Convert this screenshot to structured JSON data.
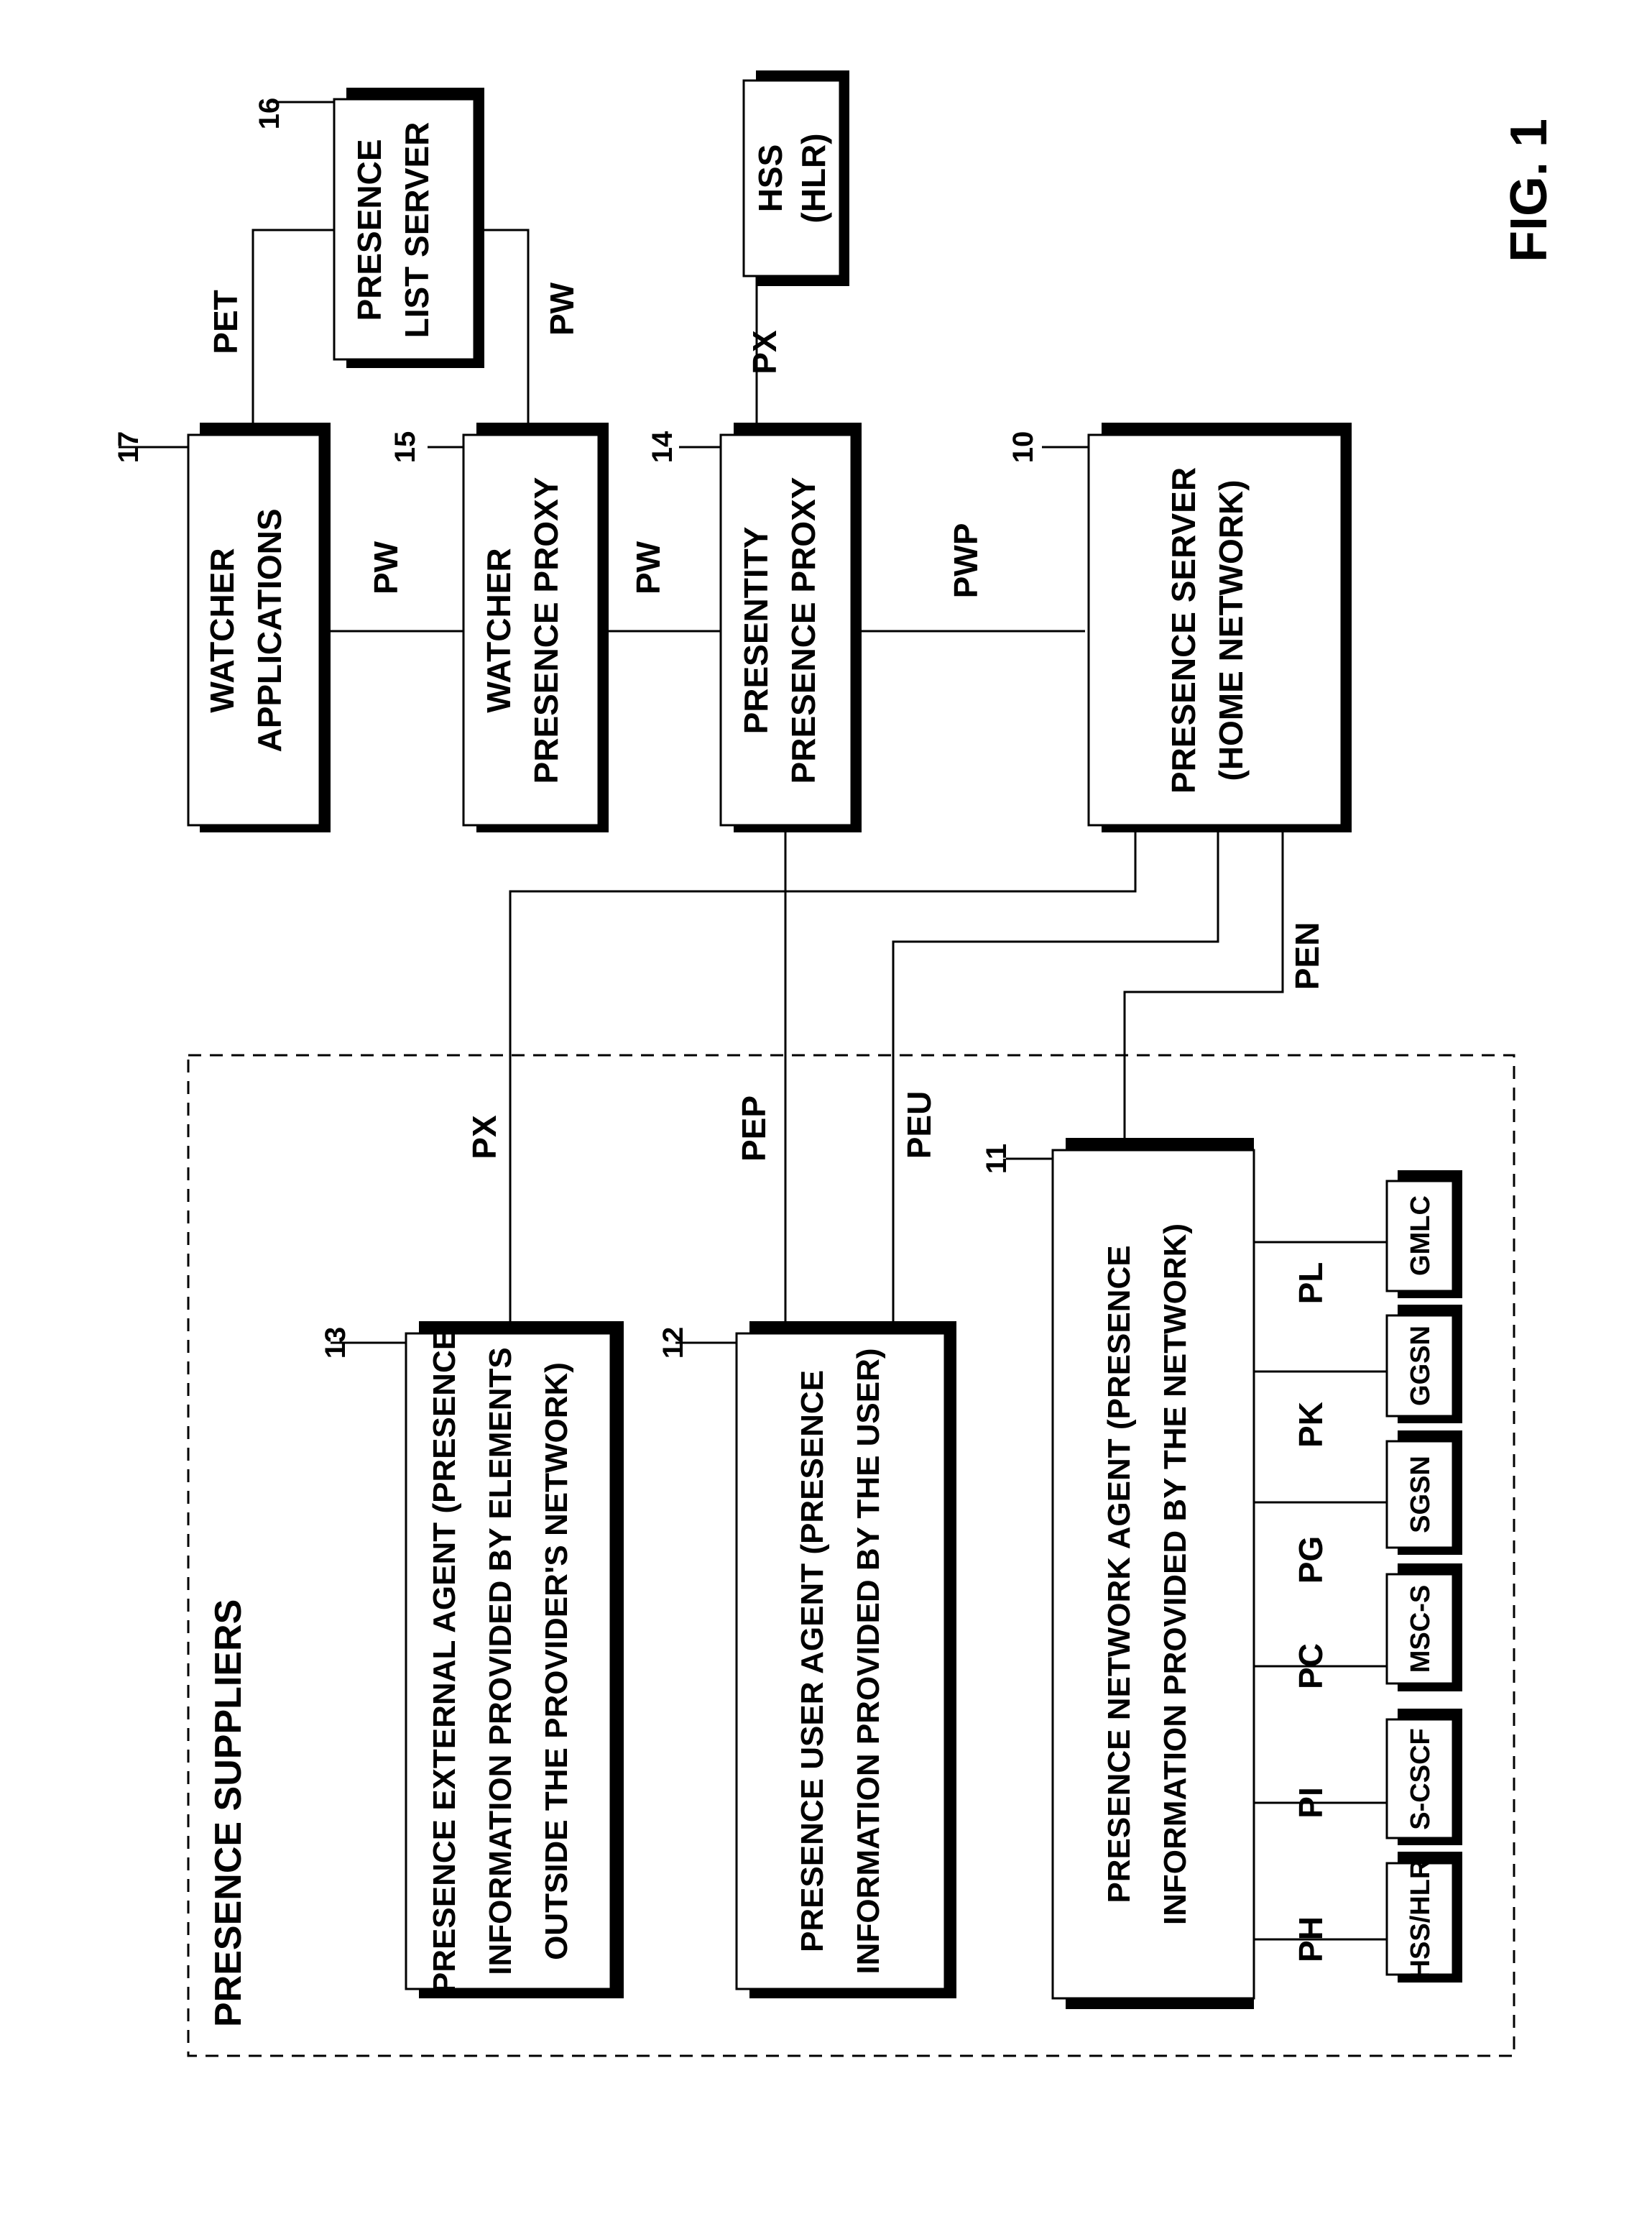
{
  "figure_label": "FIG. 1",
  "group_title": "PRESENCE SUPPLIERS",
  "boxes": {
    "watcher_applications": {
      "line1": "WATCHER",
      "line2": "APPLICATIONS",
      "ref": "17"
    },
    "watcher_presence_proxy": {
      "line1": "WATCHER",
      "line2": "PRESENCE PROXY",
      "ref": "15"
    },
    "presentity_presence_proxy": {
      "line1": "PRESENTITY",
      "line2": "PRESENCE PROXY",
      "ref": "14"
    },
    "presence_server": {
      "line1": "PRESENCE SERVER",
      "line2": "(HOME NETWORK)",
      "ref": "10"
    },
    "presence_list_server": {
      "line1": "PRESENCE",
      "line2": "LIST SERVER",
      "ref": "16"
    },
    "hss_hlr": {
      "line1": "HSS",
      "line2": "(HLR)"
    },
    "presence_external_agent": {
      "line1": "PRESENCE EXTERNAL AGENT (PRESENCE",
      "line2": "INFORMATION PROVIDED BY ELEMENTS",
      "line3": "OUTSIDE THE PROVIDER'S NETWORK)",
      "ref": "13"
    },
    "presence_user_agent": {
      "line1": "PRESENCE USER AGENT (PRESENCE",
      "line2": "INFORMATION PROVIDED BY THE USER)",
      "ref": "12"
    },
    "presence_network_agent": {
      "line1": "PRESENCE NETWORK AGENT (PRESENCE",
      "line2": "INFORMATION PROVIDED BY THE NETWORK)",
      "ref": "11"
    }
  },
  "network_elements": [
    "HSS/HLR",
    "S-CSCF",
    "MSC-S",
    "SGSN",
    "GGSN",
    "GMLC"
  ],
  "element_interfaces": [
    "PH",
    "PI",
    "PC",
    "PG",
    "PK",
    "PL"
  ],
  "interfaces": {
    "pet": "PET",
    "pw_list": "PW",
    "pw_apps": "PW",
    "pw_proxy": "PW",
    "px_hss": "PX",
    "pwp": "PWP",
    "px_external": "PX",
    "pep": "PEP",
    "peu": "PEU",
    "pen": "PEN"
  }
}
